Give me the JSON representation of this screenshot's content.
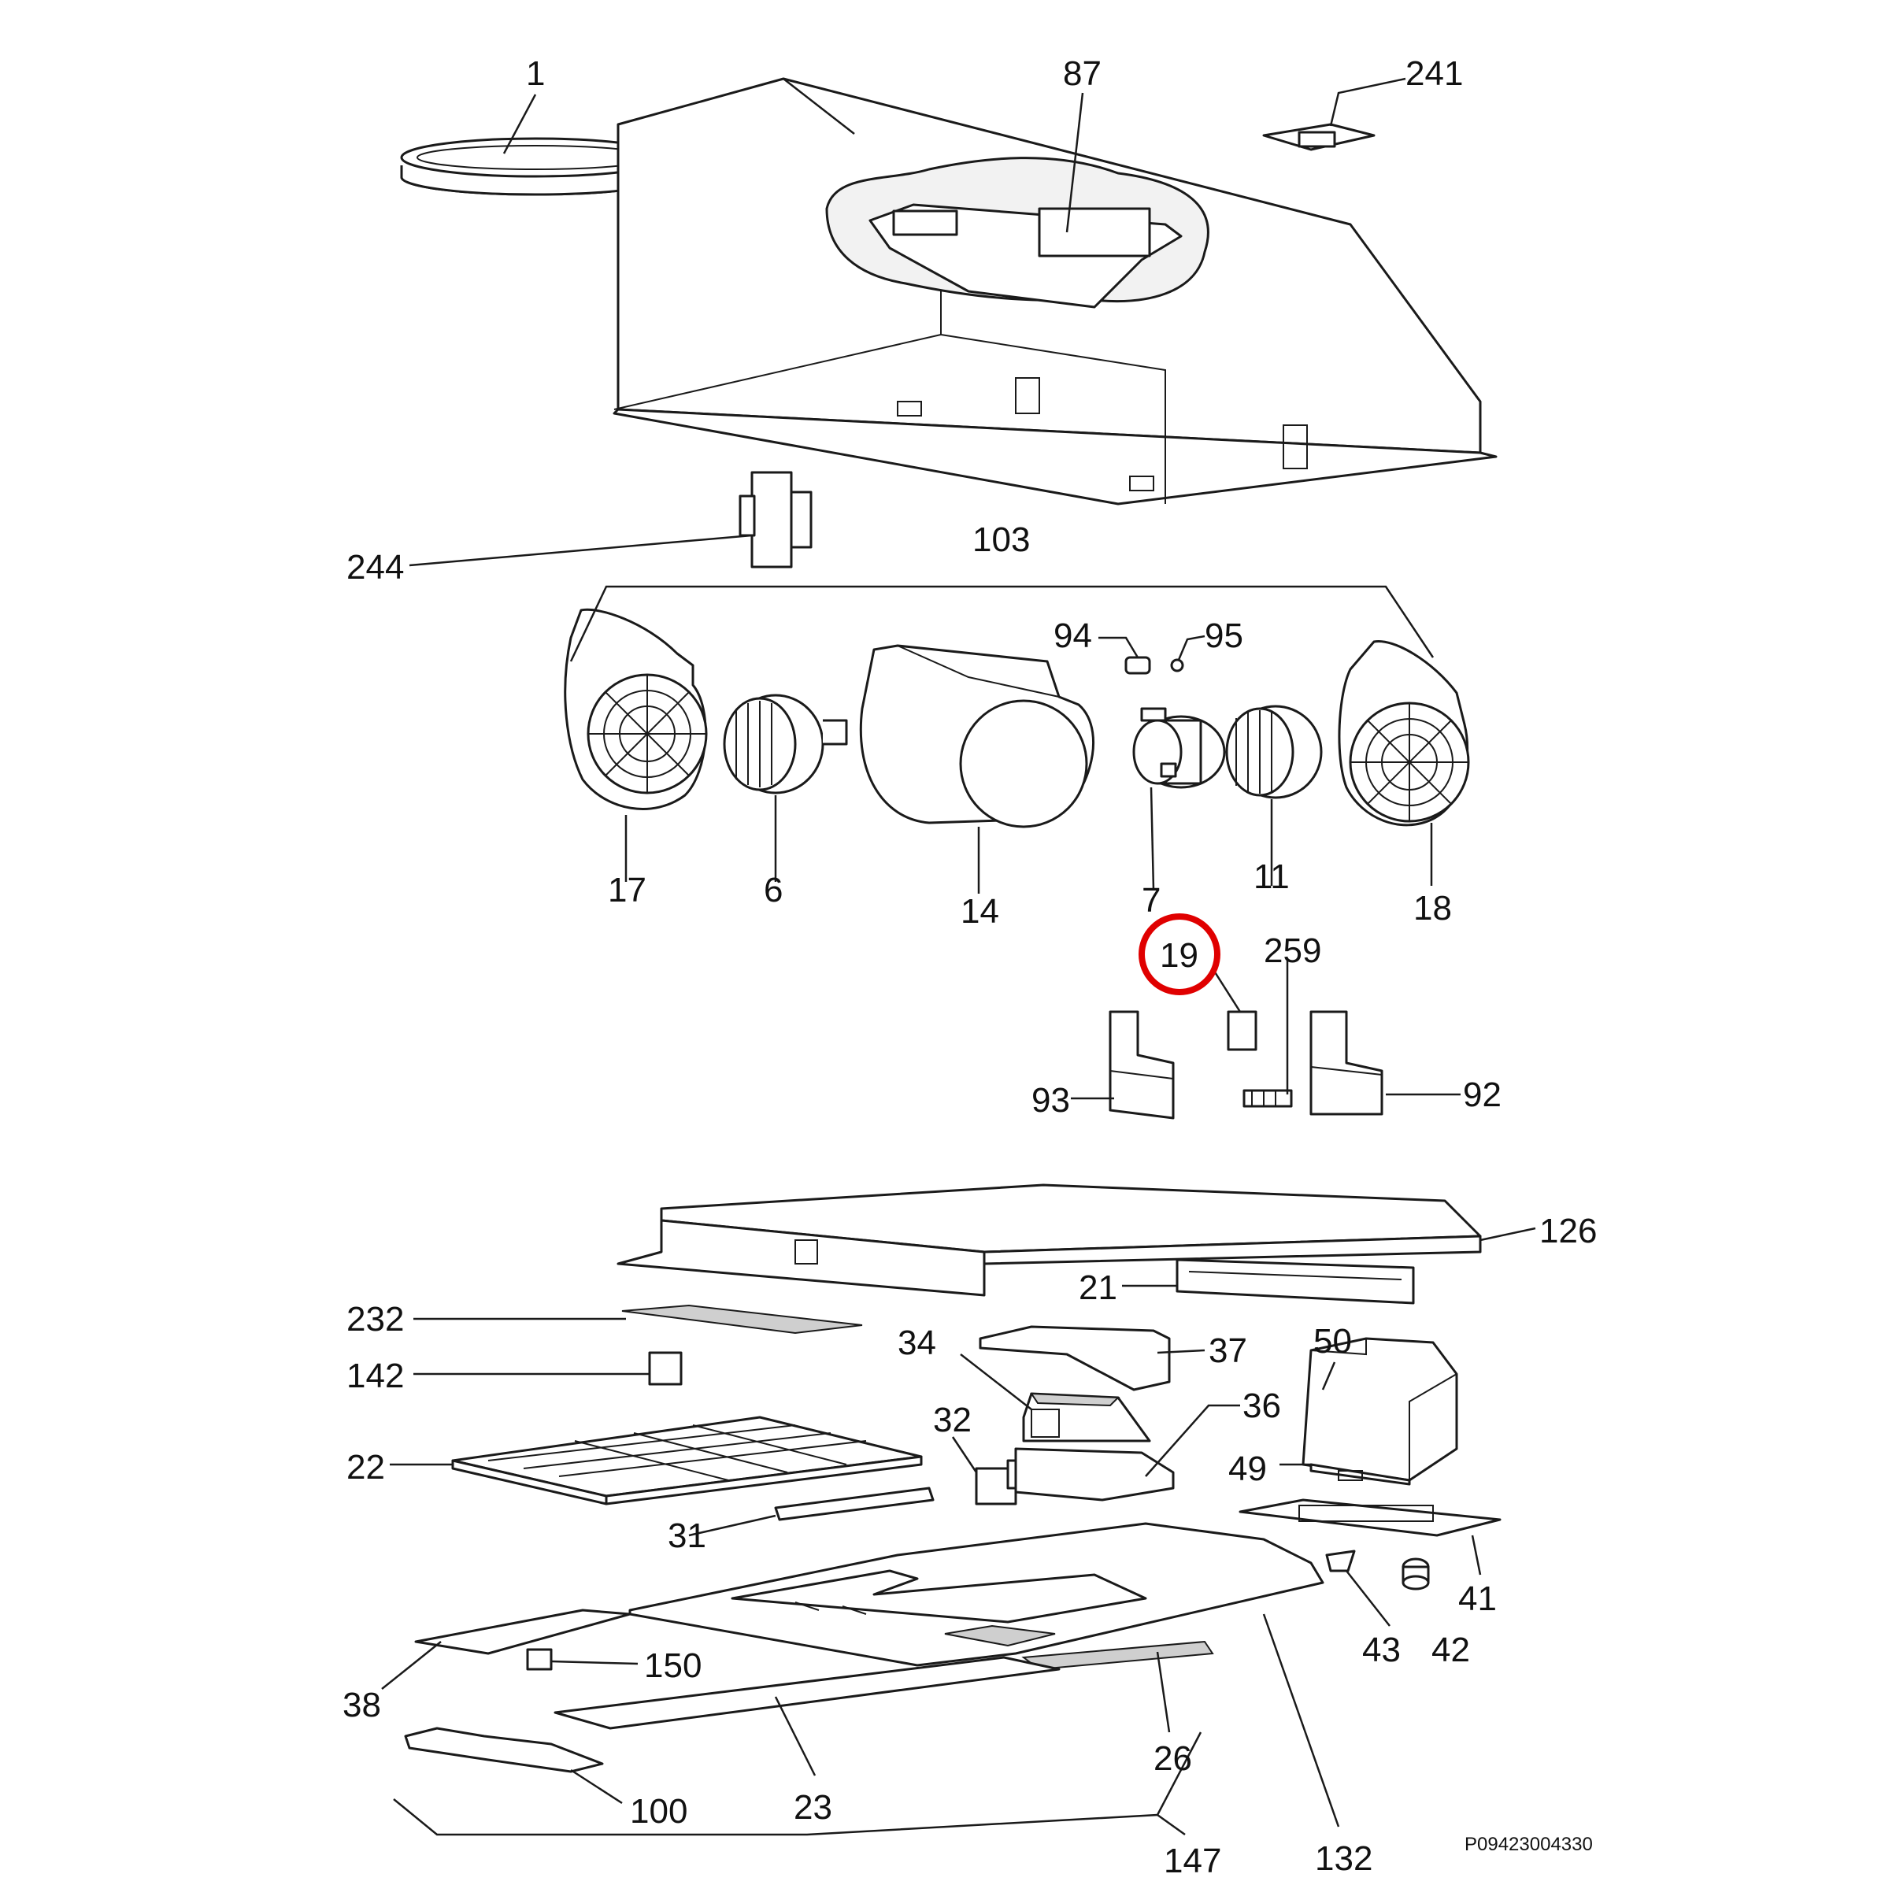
{
  "diagram": {
    "reference_code": "P09423004330",
    "highlight_color": "#e00000",
    "line_color": "#1a1a1a",
    "labels": [
      {
        "id": "1",
        "text": "1"
      },
      {
        "id": "87",
        "text": "87"
      },
      {
        "id": "241",
        "text": "241"
      },
      {
        "id": "244",
        "text": "244"
      },
      {
        "id": "103",
        "text": "103"
      },
      {
        "id": "94",
        "text": "94"
      },
      {
        "id": "95",
        "text": "95"
      },
      {
        "id": "17",
        "text": "17"
      },
      {
        "id": "6",
        "text": "6"
      },
      {
        "id": "14",
        "text": "14"
      },
      {
        "id": "7",
        "text": "7"
      },
      {
        "id": "11",
        "text": "11"
      },
      {
        "id": "18",
        "text": "18"
      },
      {
        "id": "19",
        "text": "19",
        "highlighted": true
      },
      {
        "id": "259",
        "text": "259"
      },
      {
        "id": "93",
        "text": "93"
      },
      {
        "id": "92",
        "text": "92"
      },
      {
        "id": "126",
        "text": "126"
      },
      {
        "id": "21",
        "text": "21"
      },
      {
        "id": "232",
        "text": "232"
      },
      {
        "id": "34",
        "text": "34"
      },
      {
        "id": "37",
        "text": "37"
      },
      {
        "id": "50",
        "text": "50"
      },
      {
        "id": "142",
        "text": "142"
      },
      {
        "id": "32",
        "text": "32"
      },
      {
        "id": "36",
        "text": "36"
      },
      {
        "id": "22",
        "text": "22"
      },
      {
        "id": "49",
        "text": "49"
      },
      {
        "id": "31",
        "text": "31"
      },
      {
        "id": "41",
        "text": "41"
      },
      {
        "id": "43",
        "text": "43"
      },
      {
        "id": "42",
        "text": "42"
      },
      {
        "id": "150",
        "text": "150"
      },
      {
        "id": "38",
        "text": "38"
      },
      {
        "id": "26",
        "text": "26"
      },
      {
        "id": "100",
        "text": "100"
      },
      {
        "id": "23",
        "text": "23"
      },
      {
        "id": "147",
        "text": "147"
      },
      {
        "id": "132",
        "text": "132"
      }
    ]
  }
}
